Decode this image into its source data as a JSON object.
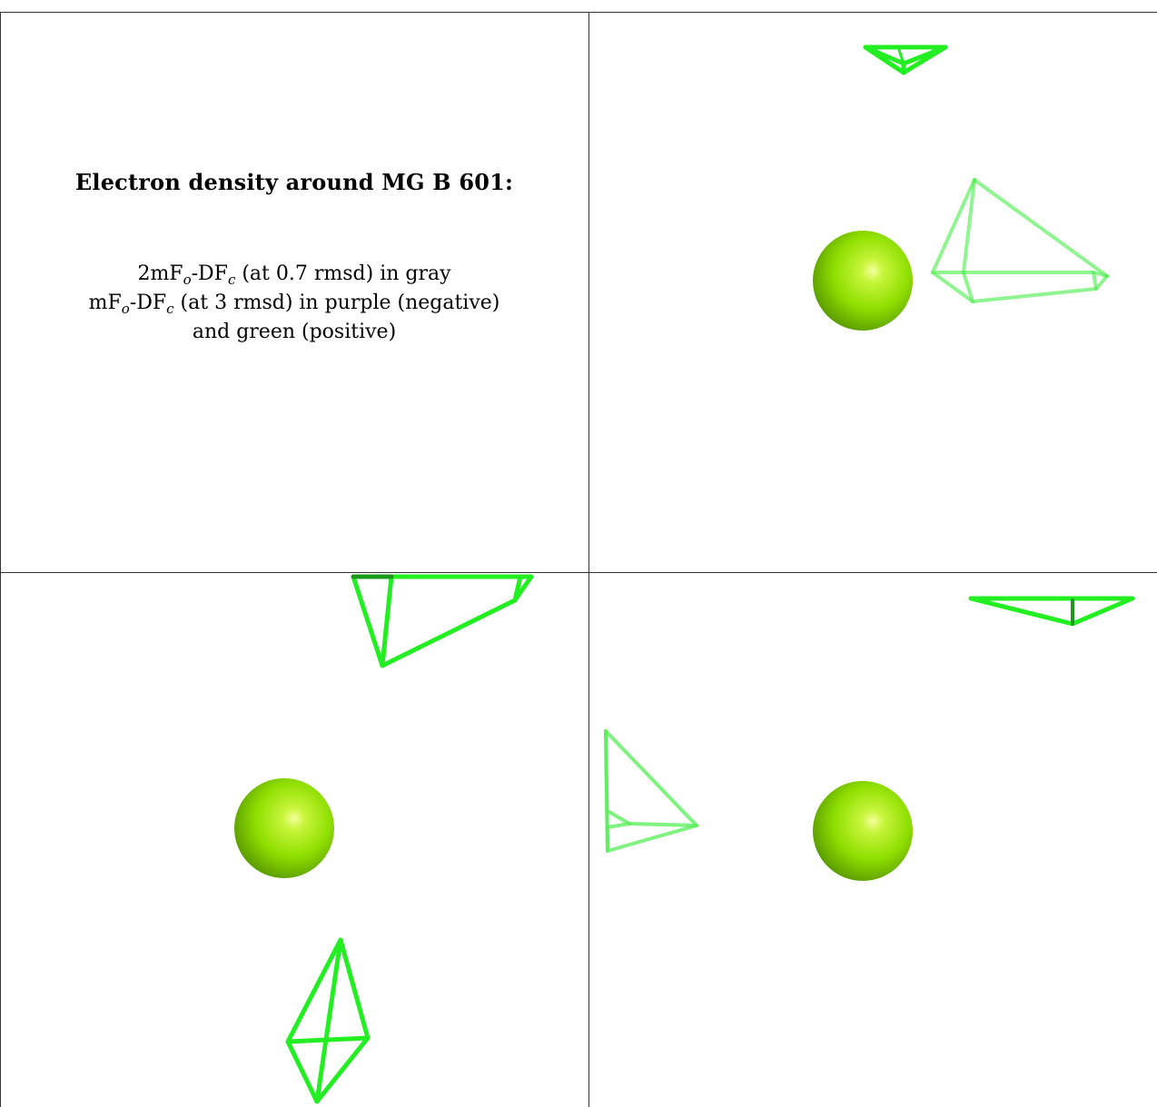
{
  "caption": {
    "title": "Electron density around MG B 601:",
    "line1": {
      "prefix": "2mF",
      "sub1": "o",
      "mid": "-DF",
      "sub2": "c",
      "suffix": " (at 0.7 rmsd) in gray"
    },
    "line2": {
      "prefix": "mF",
      "sub1": "o",
      "mid": "-DF",
      "sub2": "c",
      "suffix": " (at 3 rmsd) in purple (negative)"
    },
    "line3": "and green (positive)"
  },
  "colors": {
    "atom": "#8ee000",
    "atom_highlight": "#e8ff7a",
    "mesh_positive": "#22ee22",
    "frame": "#333333"
  },
  "panels": [
    {
      "name": "view-top-right",
      "atom": "mg-atom",
      "mesh": [
        "density-mesh-top",
        "density-mesh-right"
      ]
    },
    {
      "name": "view-bottom-left",
      "atom": "mg-atom",
      "mesh": [
        "density-mesh-upper",
        "density-mesh-lower"
      ]
    },
    {
      "name": "view-bottom-right",
      "atom": "mg-atom",
      "mesh": [
        "density-mesh-left",
        "density-mesh-top"
      ]
    }
  ]
}
